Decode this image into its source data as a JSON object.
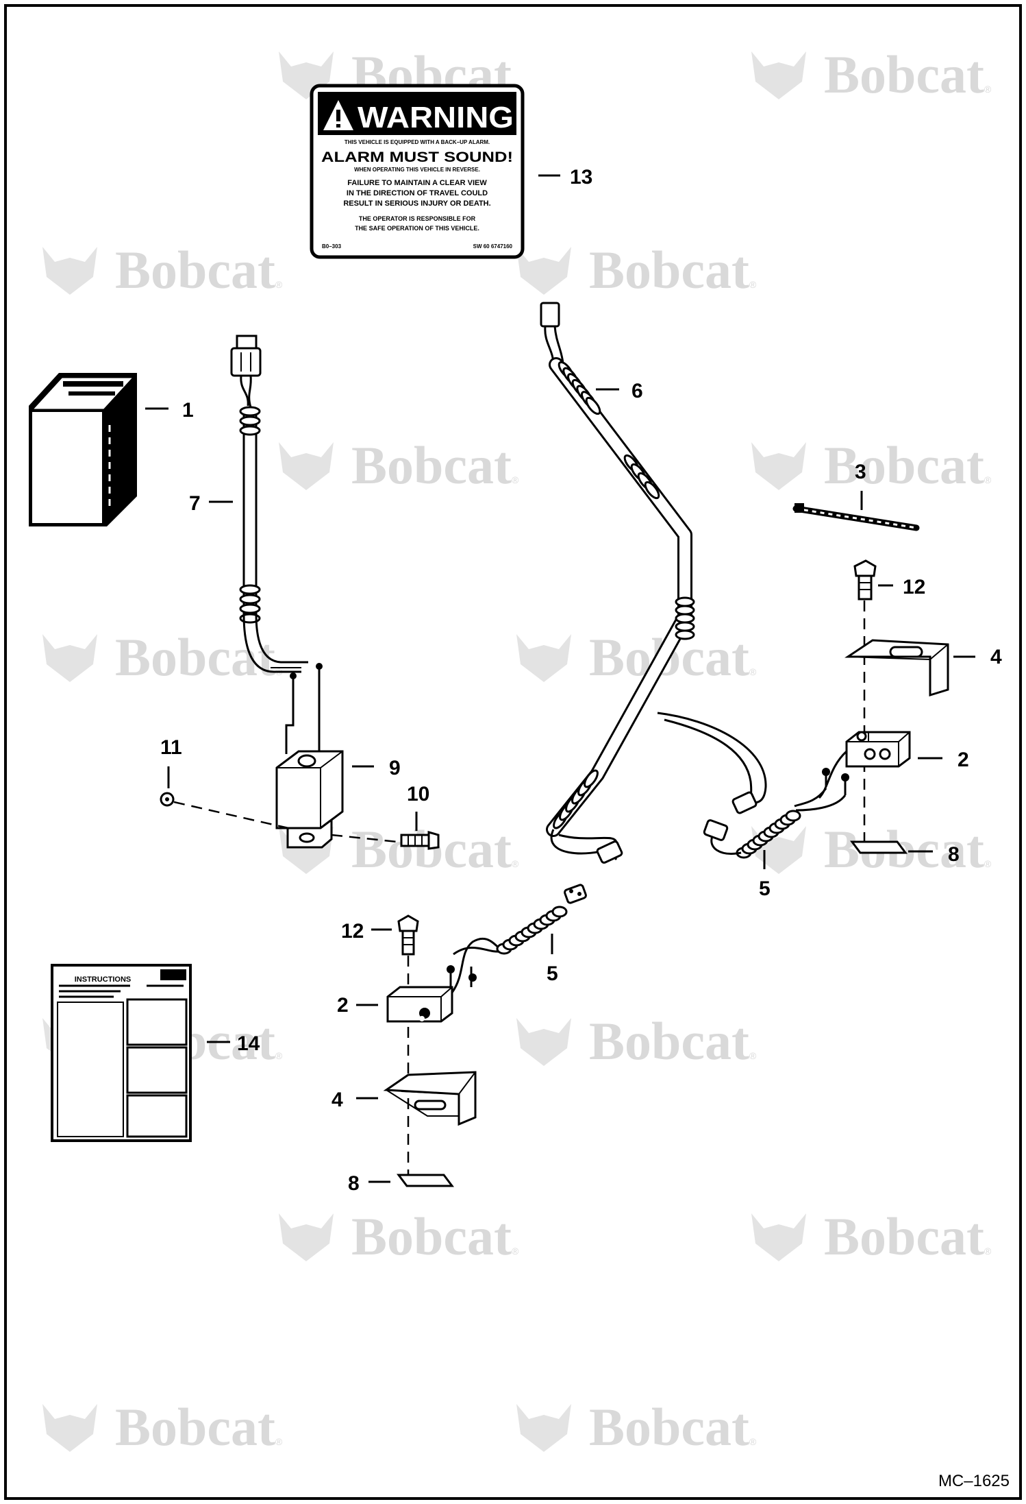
{
  "figure_id": "MC–1625",
  "watermark": {
    "text": "Bobcat",
    "mark": "®"
  },
  "warning_decal": {
    "header": "WARNING",
    "line1": "THIS VEHICLE IS EQUIPPED WITH A BACK–UP ALARM.",
    "headline": "ALARM MUST SOUND!",
    "line2": "WHEN OPERATING THIS VEHICLE IN REVERSE.",
    "para1": [
      "FAILURE TO MAINTAIN A CLEAR VIEW",
      "IN THE DIRECTION OF TRAVEL COULD",
      "RESULT IN SERIOUS INJURY OR DEATH."
    ],
    "para2": [
      "THE OPERATOR IS RESPONSIBLE FOR",
      "THE SAFE OPERATION OF THIS VEHICLE."
    ],
    "code_left": "B0–303",
    "code_right": "SW 60 6747160"
  },
  "instruction_sheet": {
    "title": "INSTRUCTIONS"
  },
  "callouts": [
    {
      "id": "c1",
      "text": "1"
    },
    {
      "id": "c2a",
      "text": "2"
    },
    {
      "id": "c2b",
      "text": "2"
    },
    {
      "id": "c3",
      "text": "3"
    },
    {
      "id": "c4a",
      "text": "4"
    },
    {
      "id": "c4b",
      "text": "4"
    },
    {
      "id": "c5a",
      "text": "5"
    },
    {
      "id": "c5b",
      "text": "5"
    },
    {
      "id": "c6",
      "text": "6"
    },
    {
      "id": "c7",
      "text": "7"
    },
    {
      "id": "c8a",
      "text": "8"
    },
    {
      "id": "c8b",
      "text": "8"
    },
    {
      "id": "c9",
      "text": "9"
    },
    {
      "id": "c10",
      "text": "10"
    },
    {
      "id": "c11",
      "text": "11"
    },
    {
      "id": "c12a",
      "text": "12"
    },
    {
      "id": "c12b",
      "text": "12"
    },
    {
      "id": "c13",
      "text": "13"
    },
    {
      "id": "c14",
      "text": "14"
    }
  ]
}
